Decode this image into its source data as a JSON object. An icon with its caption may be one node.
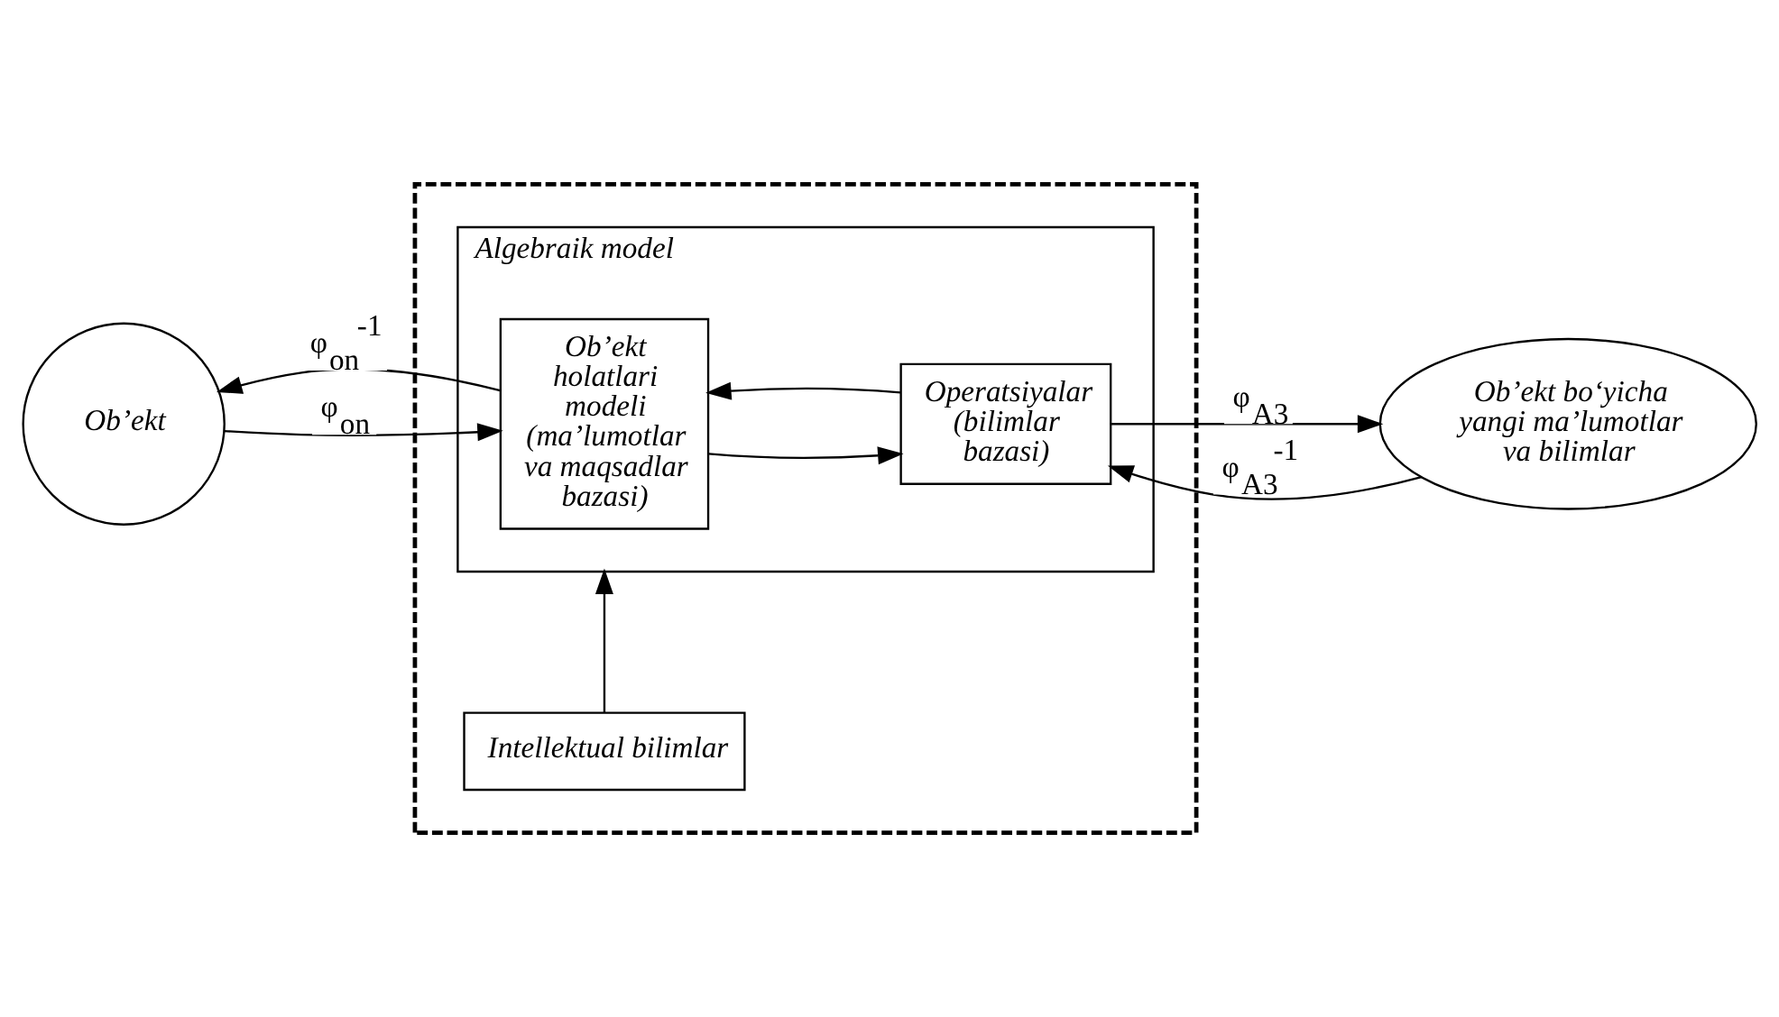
{
  "diagram": {
    "nodes": [
      {
        "text": [],
        "shape": "box"
      },
      {
        "text": [
          "Intellektual bilimlar"
        ],
        "in": 0
      },
      {
        "text": [
          "Algebraik model"
        ],
        "in": 0
      },
      {
        "text": [
          "Ob’ekt holatlari modeli (ma’lumotlar va maqsadlar bazasi)"
        ],
        "in": 2
      },
      {
        "text": [
          "Operatsiyalar (bilimlar bazasi)"
        ],
        "in": 2
      },
      {
        "text": [
          "Ob’ekt"
        ]
      },
      {
        "text": [
          "Ob’ekt bo‘yicha yangi ma’lumotlar va bilimlar"
        ]
      }
    ],
    "edges": [
      {
        "from": 1,
        "to": 2,
        "arrow": "to"
      },
      {
        "from": 5,
        "to": 3,
        "arrow": "to",
        "label": "φ$_{on}$"
      },
      {
        "from": 3,
        "to": 5,
        "arrow": "to",
        "label": "φ$_{on}$$^{-1}$"
      },
      {
        "from": 3,
        "to": 4,
        "arrow": "to"
      },
      {
        "from": 4,
        "to": 3,
        "arrow": "to"
      },
      {
        "from": 4,
        "to": 6,
        "arrow": "to",
        "label": "φ$_{A3}$"
      },
      {
        "from": 6,
        "to": 4,
        "arrow": "to",
        "label": "φ$_{A3}$$^{-1}$"
      }
    ]
  }
}
